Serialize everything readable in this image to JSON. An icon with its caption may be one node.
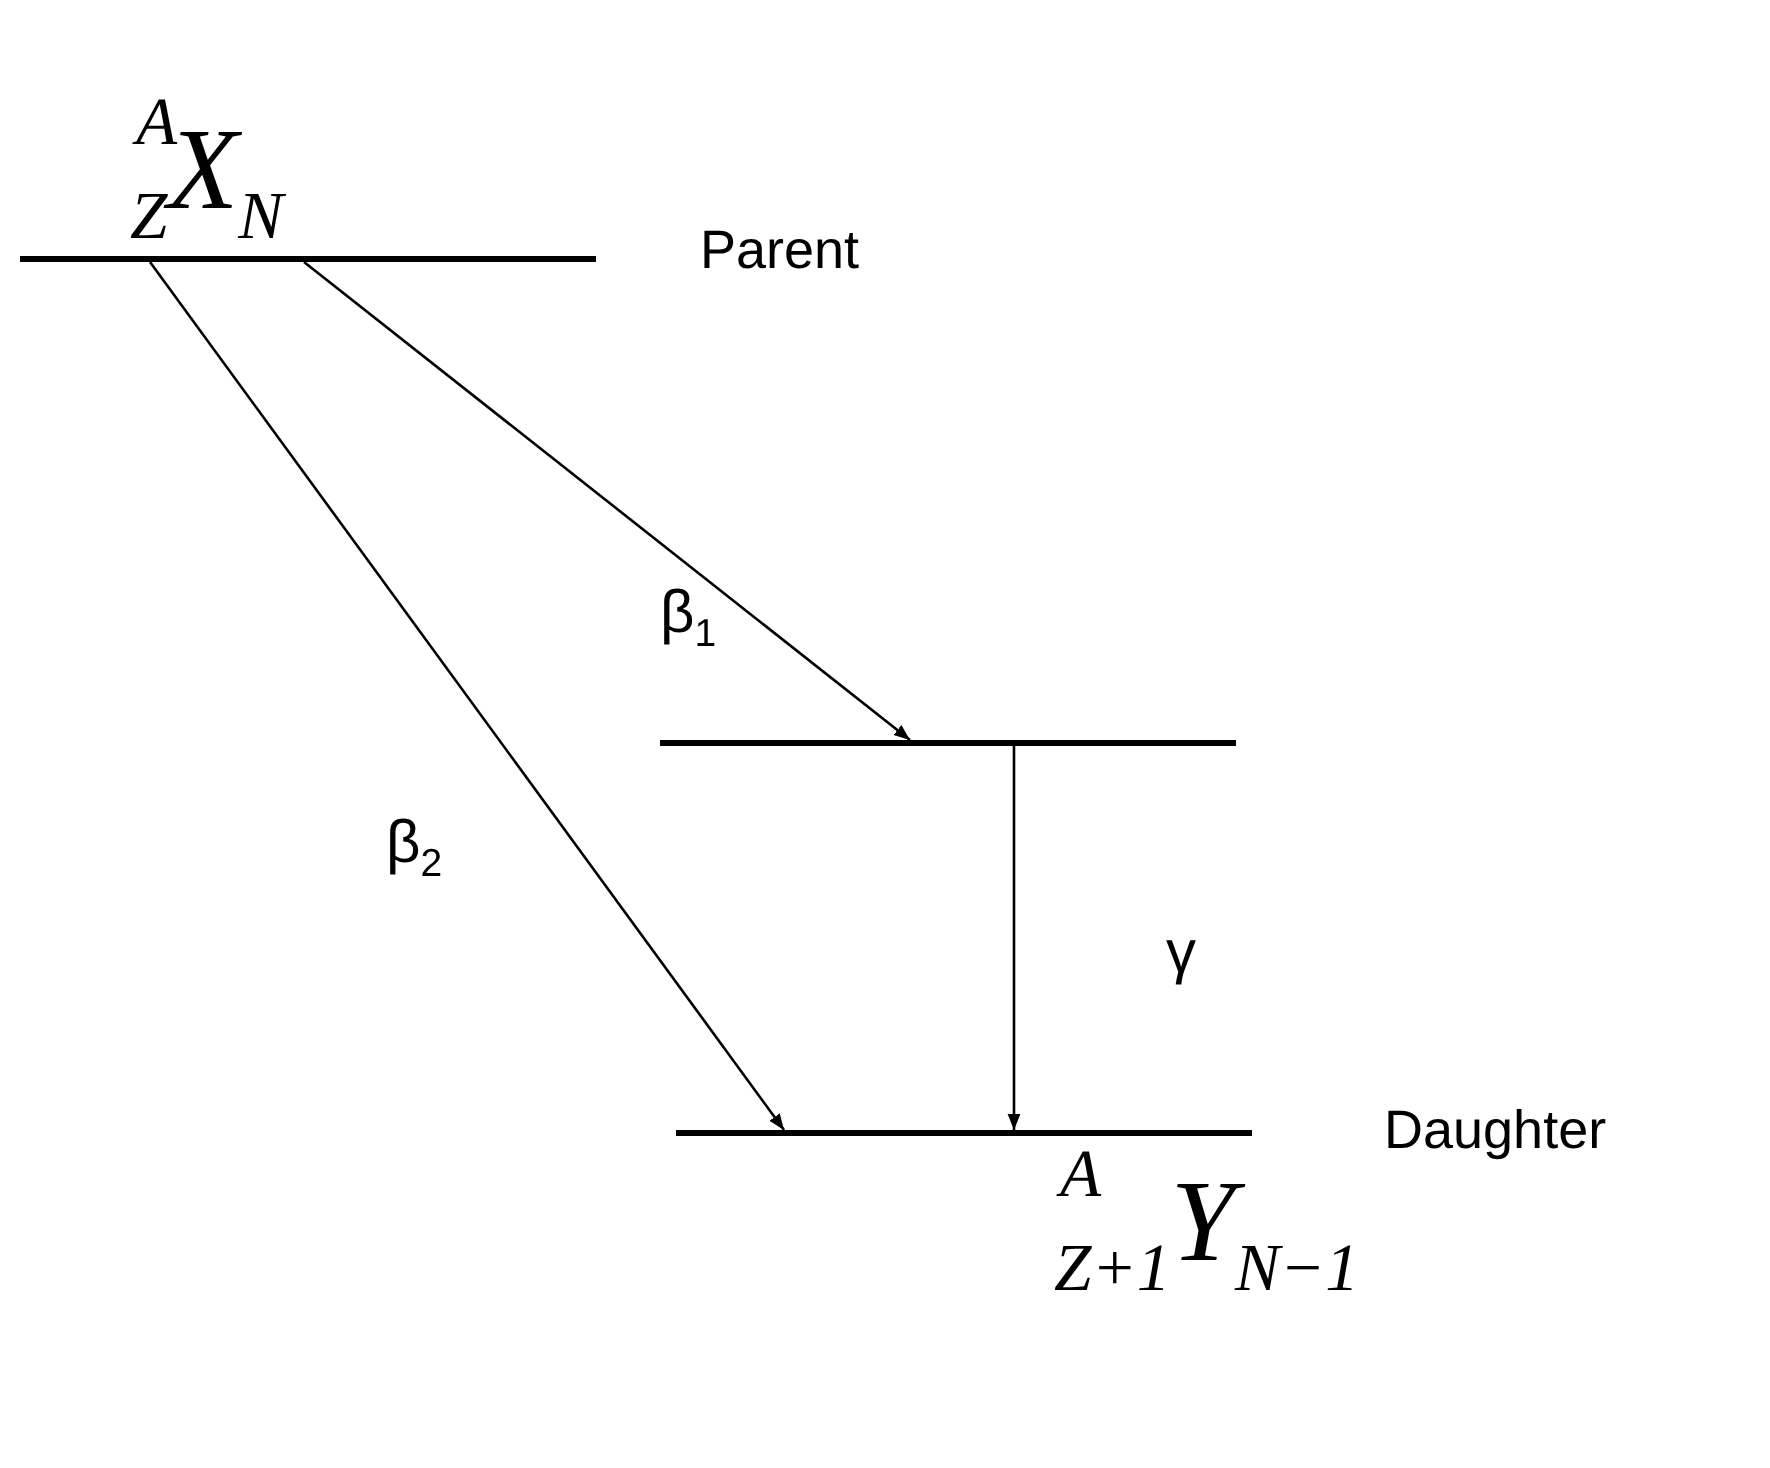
{
  "diagram": {
    "nodes": [
      {
        "text": [
          "$^{A}$$_{Z}$X$_{N}$"
        ],
        "beside": [
          "Parent"
        ]
      },
      {
        "text": [],
        "shape": "bar"
      },
      {
        "text": [
          "$^{A}$$_{Z+1}$Y$_{N−1}$"
        ],
        "beside": [
          "Daughter"
        ]
      }
    ],
    "edges": [
      {
        "from": 0,
        "to": 1,
        "arrow": "to",
        "label": "β$_{1}$"
      },
      {
        "from": 0,
        "to": 2,
        "arrow": "to",
        "label": "β$_{2}$"
      },
      {
        "from": 1,
        "to": 2,
        "arrow": "to",
        "label": "γ"
      }
    ]
  }
}
